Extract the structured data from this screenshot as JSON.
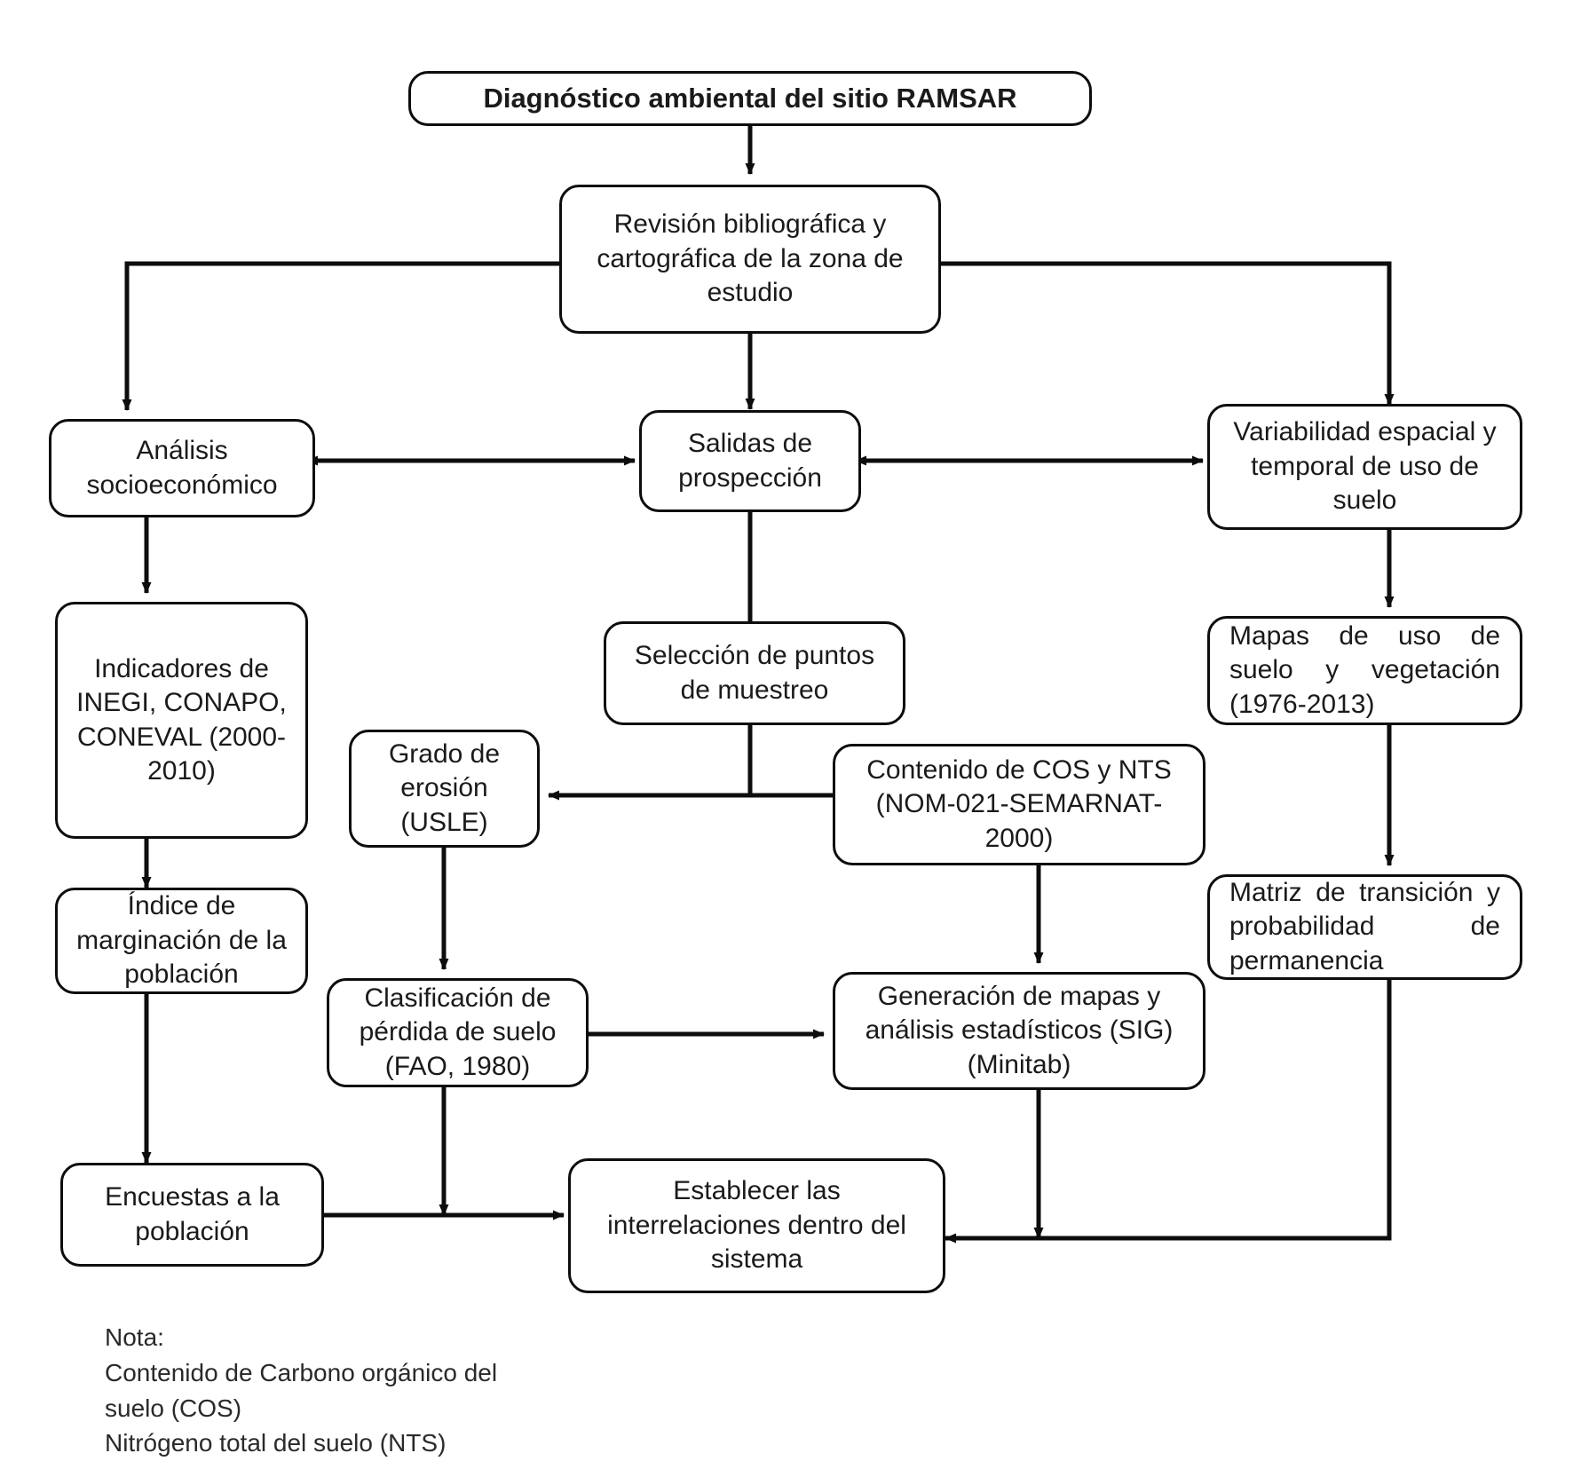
{
  "diagram": {
    "title": "Diagnóstico ambiental del sitio RAMSAR",
    "nodes": {
      "n1": {
        "label": "Diagnóstico ambiental del sitio RAMSAR"
      },
      "n2": {
        "label": "Revisión bibliográfica y cartográfica de la zona de estudio"
      },
      "n3": {
        "label": "Análisis socioeconómico"
      },
      "n4": {
        "label": "Salidas de prospección"
      },
      "n5": {
        "label": "Variabilidad espacial y temporal de uso de suelo"
      },
      "n6": {
        "label": "Indicadores de INEGI, CONAPO, CONEVAL (2000- 2010)"
      },
      "n7": {
        "label": "Selección de puntos de muestreo"
      },
      "n8": {
        "label": "Mapas de uso de suelo y vegetación (1976-2013)"
      },
      "n9": {
        "label": "Grado de erosión (USLE)"
      },
      "n10": {
        "label": "Contenido de COS y NTS (NOM-021-SEMARNAT-2000)"
      },
      "n11": {
        "label": "Índice de marginación de la población"
      },
      "n12": {
        "label": "Matriz de transición y probabilidad de permanencia"
      },
      "n13": {
        "label": "Clasificación de pérdida de suelo (FAO, 1980)"
      },
      "n14": {
        "label": "Generación de mapas y análisis estadísticos (SIG) (Minitab)"
      },
      "n15": {
        "label": "Encuestas a la población"
      },
      "n16": {
        "label": "Establecer las interrelaciones dentro del sistema"
      }
    },
    "note": "Nota:\nContenido de Carbono orgánico del\nsuelo (COS)\nNitrógeno total del suelo (NTS)",
    "colors": {
      "stroke": "#0d0d0d",
      "text": "#1a1a1a",
      "background": "#ffffff"
    }
  }
}
